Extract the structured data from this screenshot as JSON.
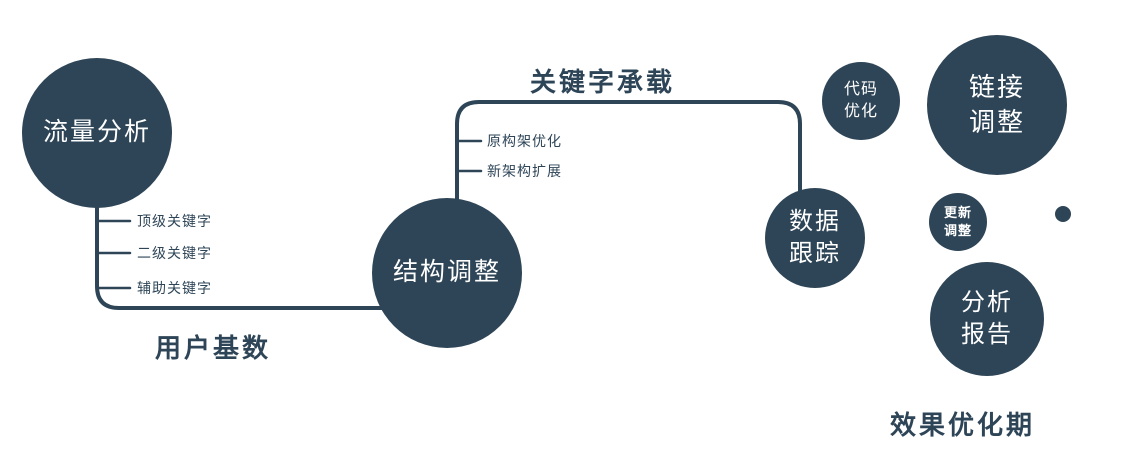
{
  "diagram": {
    "nodes": {
      "traffic_analysis": {
        "label": "流量分析"
      },
      "structure_adjustment": {
        "label": "结构调整"
      },
      "data_tracking": {
        "line1": "数据",
        "line2": "跟踪"
      },
      "code_optimization": {
        "line1": "代码",
        "line2": "优化"
      },
      "link_adjustment": {
        "line1": "链接",
        "line2": "调整"
      },
      "update_adjustment": {
        "line1": "更新",
        "line2": "调整"
      },
      "analysis_report": {
        "line1": "分析",
        "line2": "报告"
      }
    },
    "edge_labels": {
      "user_base": "用户基数",
      "keyword_carry": "关键字承载",
      "effect_phase": "效果优化期"
    },
    "keyword_branches": [
      "顶级关键字",
      "二级关键字",
      "辅助关键字"
    ],
    "architecture_branches": [
      "原构架优化",
      "新架构扩展"
    ],
    "colors": {
      "node_fill": "#2e4557",
      "line_color": "#2e4557",
      "node_text": "#ffffff",
      "label_text": "#2e4557",
      "background": "#ffffff"
    }
  }
}
